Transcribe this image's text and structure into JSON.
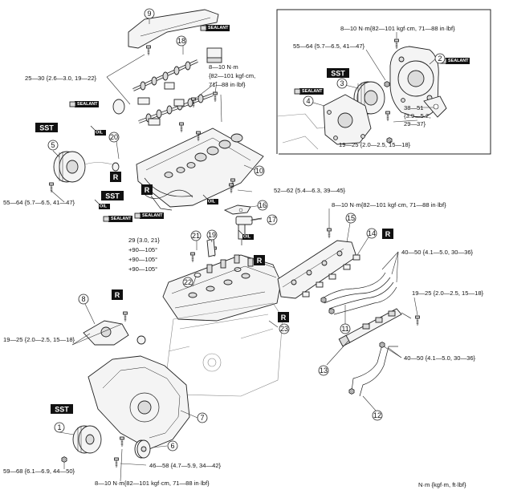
{
  "callouts": [
    "1",
    "2",
    "3",
    "4",
    "5",
    "6",
    "7",
    "8",
    "9",
    "10",
    "11",
    "12",
    "13",
    "14",
    "15",
    "16",
    "17",
    "18",
    "19",
    "20",
    "21",
    "22",
    "23"
  ],
  "torques": {
    "t_25_30": "25—30 {2.6—3.0, 19—22}",
    "t_8_10_a1": "8—10 N·m",
    "t_8_10_a2": "{82—101 kgf·cm,",
    "t_8_10_a3": "71—88 in·lbf}",
    "t_55_64_lower": "55—64 {5.7—6.5, 41—47}",
    "t_52_62": "52—62 {5.4—6.3, 39—45}",
    "t_29_block1": "29 {3.0, 21}",
    "t_29_block2": "+90—105°",
    "t_29_block3": "+90—105°",
    "t_29_block4": "+90—105°",
    "t_8_10_right": "8—10 N·m{82—101 kgf·cm, 71—88 in·lbf}",
    "t_40_50_upper": "40—50 {4.1—5.0, 30—36}",
    "t_19_25_right": "19—25 {2.0—2.5, 15—18}",
    "t_40_50_lower": "40—50 {4.1—5.0, 30—36}",
    "t_19_25_left": "19—25 {2.0—2.5, 15—18}",
    "t_59_68": "59—68 {6.1—6.9, 44—50}",
    "t_46_58": "46—58 {4.7—5.9, 34—42}",
    "t_8_10_bottom": "8—10 N·m{82—101 kgf·cm, 71—88 in·lbf}",
    "inset_8_10": "8—10 N·m{82—101 kgf·cm, 71—88 in·lbf}",
    "inset_55_64": "55—64 {5.7—6.5, 41—47}",
    "inset_38_51a": "38—51",
    "inset_38_51b": "{3.9—5.2,",
    "inset_29_37": "29—37}",
    "inset_19_25": "19—25 {2.0—2.5, 15—18}"
  },
  "badges": {
    "sst": "SST",
    "r": "R"
  },
  "tags": {
    "sealant": "SEALANT",
    "oil": "OIL"
  },
  "units_note": "N·m {kgf·m, ft·lbf}"
}
